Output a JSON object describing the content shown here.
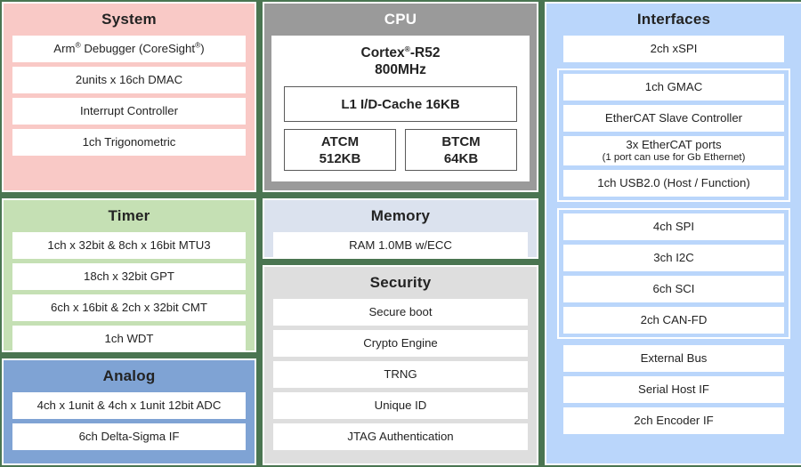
{
  "theme": {
    "frame_color": "#4a7551",
    "system_color": "#f9c9c6",
    "timer_color": "#c5e0b4",
    "analog_color": "#7fa3d4",
    "cpu_color": "#9a9a9a",
    "memory_color": "#dbe2ee",
    "security_color": "#dedede",
    "interfaces_color": "#bad6fb",
    "chip_color": "#ffffff"
  },
  "blocks": {
    "system": {
      "title": "System",
      "items": [
        "Arm® Debugger (CoreSight®)",
        "2units x 16ch DMAC",
        "Interrupt Controller",
        "1ch Trigonometric"
      ]
    },
    "timer": {
      "title": "Timer",
      "items": [
        "1ch x 32bit & 8ch x 16bit MTU3",
        "18ch x 32bit GPT",
        "6ch x 16bit & 2ch x 32bit CMT",
        "1ch WDT"
      ]
    },
    "analog": {
      "title": "Analog",
      "items": [
        "4ch x 1unit & 4ch x 1unit 12bit ADC",
        "6ch Delta-Sigma IF"
      ]
    },
    "cpu": {
      "title": "CPU",
      "core_name": "Cortex®-R52",
      "core_clock": "800MHz",
      "cache": "L1 I/D-Cache 16KB",
      "tcm": [
        {
          "name": "ATCM",
          "size": "512KB"
        },
        {
          "name": "BTCM",
          "size": "64KB"
        }
      ]
    },
    "memory": {
      "title": "Memory",
      "items": [
        "RAM 1.0MB w/ECC"
      ]
    },
    "security": {
      "title": "Security",
      "items": [
        "Secure boot",
        "Crypto Engine",
        "TRNG",
        "Unique ID",
        "JTAG Authentication"
      ]
    },
    "interfaces": {
      "title": "Interfaces",
      "standalone": [
        "2ch xSPI"
      ],
      "group_network": [
        "1ch GMAC",
        "EtherCAT Slave Controller",
        "3x EtherCAT ports",
        "1ch USB2.0 (Host / Function)"
      ],
      "group_network_note": "(1 port can use for Gb Ethernet)",
      "group_serial": [
        "4ch SPI",
        "3ch I2C",
        "6ch SCI",
        "2ch CAN-FD"
      ],
      "group_bus": [
        "External Bus",
        "Serial Host IF",
        "2ch Encoder IF"
      ]
    }
  }
}
